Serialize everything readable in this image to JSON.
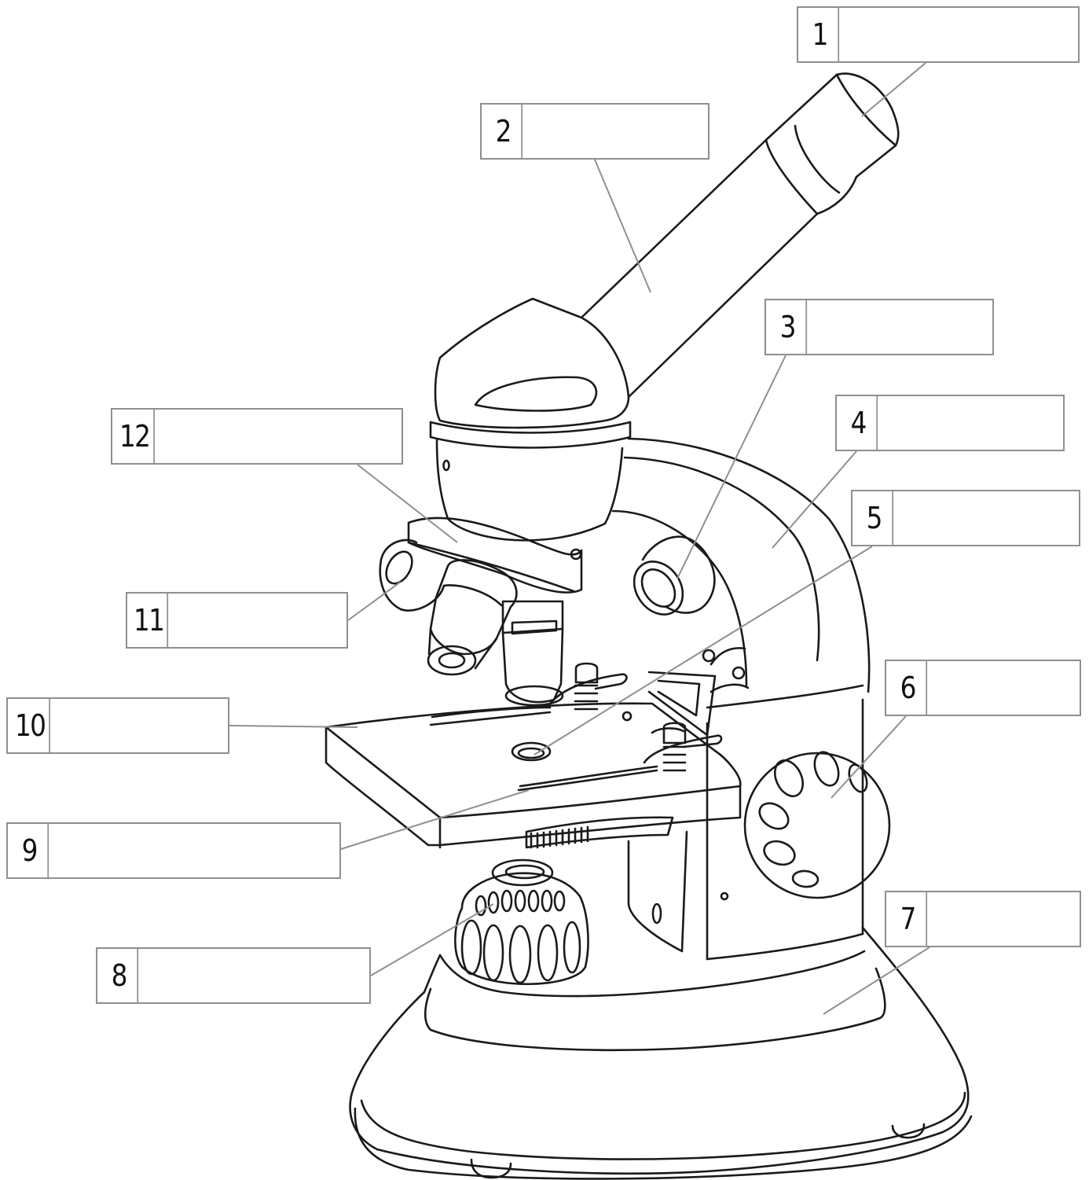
{
  "diagram": {
    "colors": {
      "outline": "#1a1a1a",
      "leader": "#8f8f8f",
      "box_border": "#8f8f8f",
      "background": "#ffffff"
    },
    "labels": [
      {
        "id": "1",
        "number": "1",
        "part": "eyepiece",
        "answer": ""
      },
      {
        "id": "2",
        "number": "2",
        "part": "body-tube",
        "answer": ""
      },
      {
        "id": "3",
        "number": "3",
        "part": "upper-light",
        "answer": ""
      },
      {
        "id": "4",
        "number": "4",
        "part": "arm",
        "answer": ""
      },
      {
        "id": "5",
        "number": "5",
        "part": "stage-aperture",
        "answer": ""
      },
      {
        "id": "6",
        "number": "6",
        "part": "focus-knob",
        "answer": ""
      },
      {
        "id": "7",
        "number": "7",
        "part": "base",
        "answer": ""
      },
      {
        "id": "8",
        "number": "8",
        "part": "diaphragm-wheel",
        "answer": ""
      },
      {
        "id": "9",
        "number": "9",
        "part": "stage-clip",
        "answer": ""
      },
      {
        "id": "10",
        "number": "10",
        "part": "stage",
        "answer": ""
      },
      {
        "id": "11",
        "number": "11",
        "part": "objective-lens",
        "answer": ""
      },
      {
        "id": "12",
        "number": "12",
        "part": "revolving-nosepiece",
        "answer": ""
      }
    ]
  }
}
